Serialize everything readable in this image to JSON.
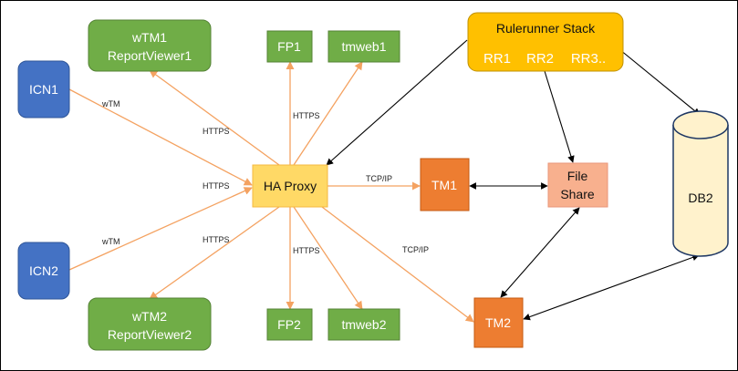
{
  "diagram": {
    "colors": {
      "green": "#70ad47",
      "blue": "#4472c4",
      "orange_dark": "#ed7d31",
      "orange_line": "#f4a261",
      "haproxy_fill": "#ffd966",
      "haproxy_border": "#f4b942",
      "yellow": "#ffc000",
      "salmon": "#f8b08e",
      "db_fill": "#fff2cc",
      "db_stroke": "#1f3864",
      "black": "#000000"
    },
    "nodes": {
      "icn1": "ICN1",
      "icn2": "ICN2",
      "wtm1_line1": "wTM1",
      "wtm1_line2": "ReportViewer1",
      "wtm2_line1": "wTM2",
      "wtm2_line2": "ReportViewer2",
      "fp1": "FP1",
      "tmweb1": "tmweb1",
      "fp2": "FP2",
      "tmweb2": "tmweb2",
      "haproxy": "HA Proxy",
      "tm1": "TM1",
      "tm2": "TM2",
      "fileshare_line1": "File",
      "fileshare_line2": "Share",
      "db2": "DB2",
      "rulerunner_title": "Rulerunner Stack",
      "rr1": "RR1",
      "rr2": "RR2",
      "rr3": "RR3.."
    },
    "edge_labels": {
      "icn1_wtm": "wTM",
      "icn2_wtm": "wTM",
      "https_icn1": "HTTPS",
      "https_wtm1": "HTTPS",
      "https_tmweb1": "HTTPS",
      "https_wtm2": "HTTPS",
      "https_fp2": "HTTPS",
      "tcpip_tm1": "TCP/IP",
      "tcpip_tm2": "TCP/IP"
    }
  }
}
